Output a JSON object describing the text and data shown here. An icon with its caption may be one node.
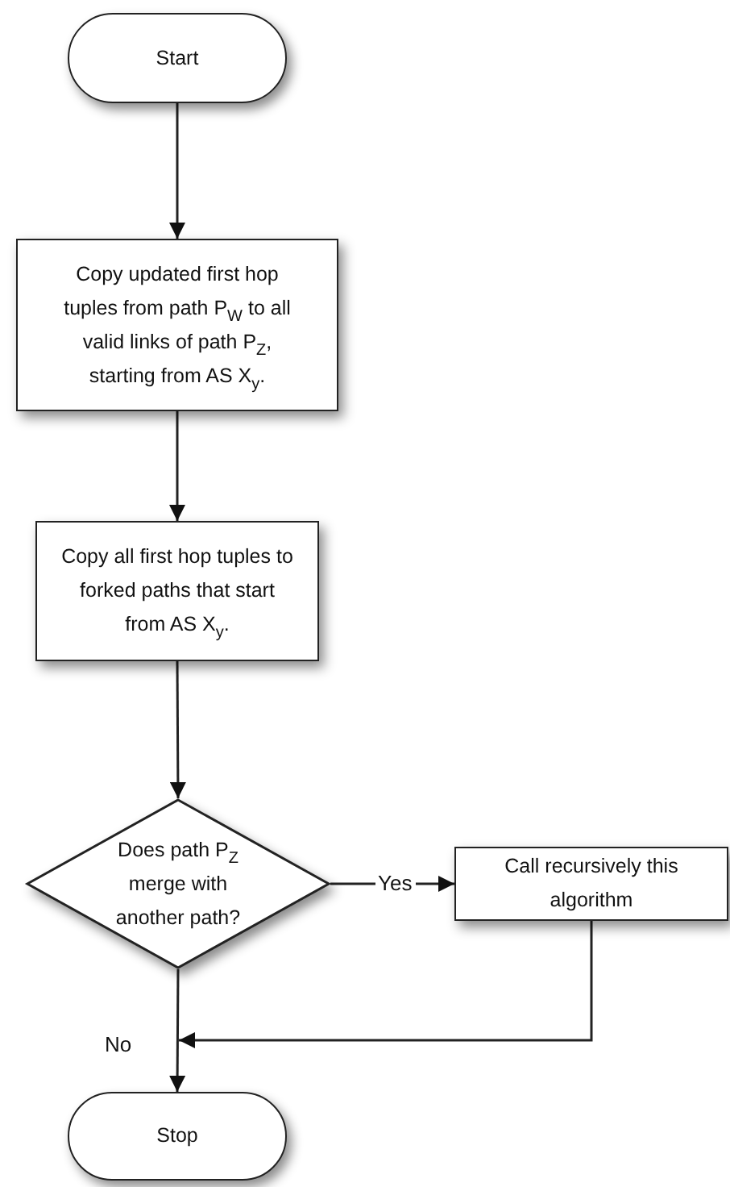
{
  "diagram": {
    "nodes": [
      {
        "text": [
          "Start"
        ]
      },
      {
        "text": [
          "Copy updated first hop tuples from path P$_{W}$ to all valid links of path P$_{Z}$, starting from AS X$_{y}$."
        ]
      },
      {
        "text": [
          "Copy all first hop tuples to forked paths that start from AS X$_{y}$."
        ]
      },
      {
        "text": [
          "Does path P$_{Z}$ merge with another path?"
        ]
      },
      {
        "text": [
          "Call recursively this algorithm"
        ]
      },
      {
        "text": [
          "Stop"
        ]
      }
    ],
    "edges": [
      {
        "from": 0,
        "to": 1,
        "arrow": "to"
      },
      {
        "from": 1,
        "to": 2,
        "arrow": "to"
      },
      {
        "from": 2,
        "to": 3,
        "arrow": "to"
      },
      {
        "from": 3,
        "to": 4,
        "arrow": "to",
        "label": "Yes"
      },
      {
        "from": 3,
        "to": 5,
        "arrow": "to",
        "label": "No"
      },
      {
        "from": 4,
        "to": 5,
        "arrow": "to"
      }
    ]
  }
}
